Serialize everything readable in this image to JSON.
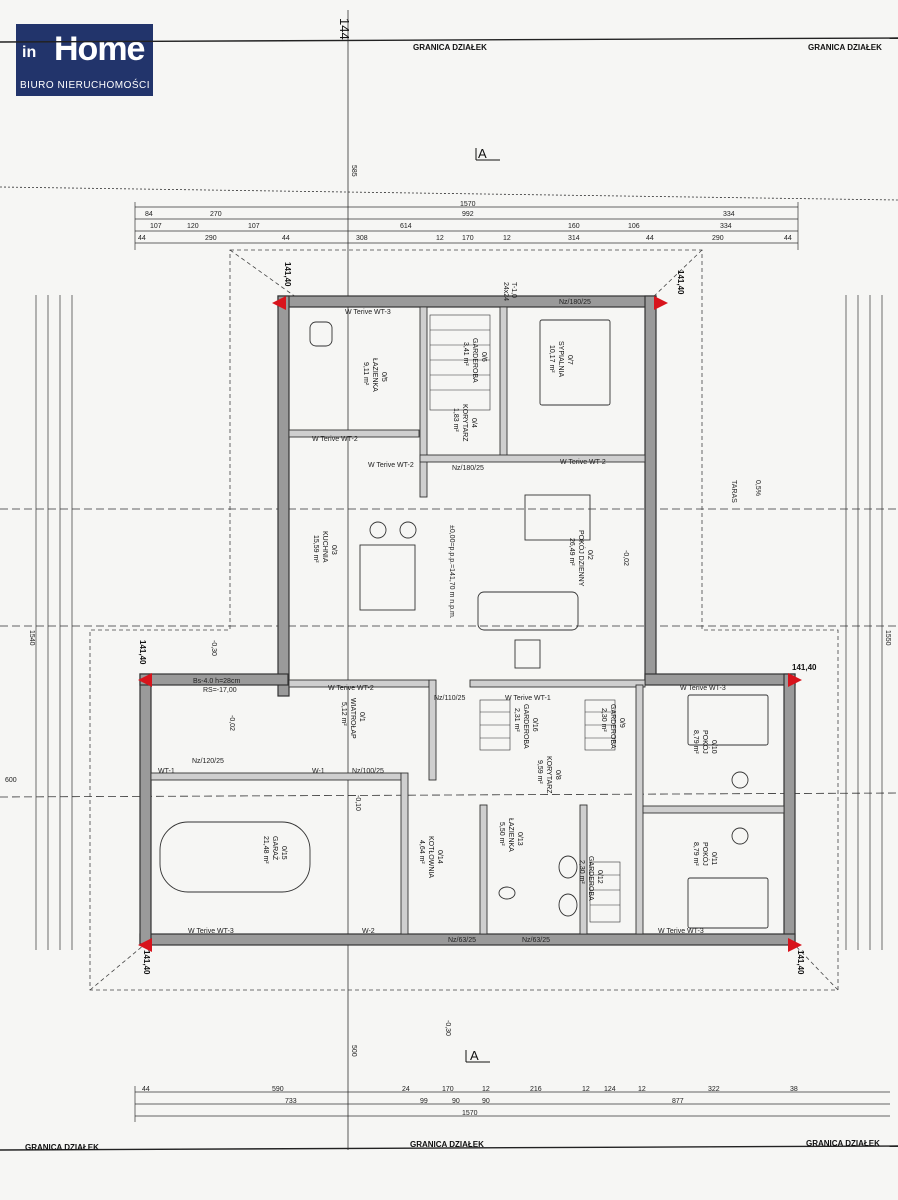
{
  "logo": {
    "brand": "Home",
    "prefix": "in",
    "subtitle": "BIURO NIERUCHOMOŚCI"
  },
  "boundary": {
    "top_left": "GRANICA DZIAŁEK",
    "top_right": "GRANICA DZIAŁEK",
    "bottom_left": "GRANICA DZIAŁEK",
    "bottom_center": "GRANICA DZIAŁEK",
    "bottom_right": "GRANICA DZIAŁEK"
  },
  "axis": {
    "top": "144",
    "section_top": "A",
    "section_bottom": "A"
  },
  "dims": {
    "top_row1": [
      "84",
      "270",
      "992",
      "334"
    ],
    "top_total": "1570",
    "top_row2": [
      "107",
      "120",
      "107",
      "614",
      "160",
      "106",
      "334"
    ],
    "top_row3": [
      "44",
      "290",
      "44",
      "308",
      "12",
      "170",
      "12",
      "314",
      "44",
      "290",
      "44"
    ],
    "bottom_row1": [
      "44",
      "590",
      "24",
      "170",
      "12",
      "216",
      "12",
      "124",
      "12",
      "322",
      "38"
    ],
    "bottom_row2": [
      "733",
      "99",
      "90",
      "90",
      "877"
    ],
    "bottom_total": "1570",
    "vertical_left": "1540",
    "vertical_right": "1550",
    "v_left_top": "585",
    "v_bottom": "500",
    "left_600": "600"
  },
  "levels": {
    "corner_tl": "141,40",
    "corner_tr": "141,40",
    "corner_ml": "141,40",
    "corner_mr": "141,40",
    "corner_bl": "141,40",
    "corner_br": "141,40",
    "garage_level": "-0,30",
    "entry_level": "-0,10",
    "main_level": "±0,00=p.p.p.=141,70 m n.p.m.",
    "terrace_level": "-0,02",
    "south_level": "-0,30",
    "small_level": "-0,02",
    "terrace_slope": "0,5%",
    "terrace_label": "TARAS"
  },
  "rooms": [
    {
      "id": "0/5",
      "name": "ŁAZIENKA",
      "area": "9,11 m²"
    },
    {
      "id": "0/6",
      "name": "GARDEROBA",
      "area": "3,41 m²"
    },
    {
      "id": "0/4",
      "name": "KORYTARZ",
      "area": "1,83 m²"
    },
    {
      "id": "0/7",
      "name": "SYPIALNIA",
      "area": "10,17 m²"
    },
    {
      "id": "0/3",
      "name": "KUCHNIA",
      "area": "15,59 m²"
    },
    {
      "id": "0/2",
      "name": "POKÓJ DZIENNY",
      "area": "26,49 m²"
    },
    {
      "id": "0/1",
      "name": "WIATROŁAP",
      "area": "5,12 m²"
    },
    {
      "id": "0/16",
      "name": "GARDEROBA",
      "area": "2,31 m²"
    },
    {
      "id": "0/9",
      "name": "GARDEROBA",
      "area": "2,30 m²"
    },
    {
      "id": "0/10",
      "name": "POKÓJ",
      "area": "8,79 m²"
    },
    {
      "id": "0/8",
      "name": "KORYTARZ",
      "area": "9,59 m²"
    },
    {
      "id": "0/15",
      "name": "GARAŻ",
      "area": "21,48 m²"
    },
    {
      "id": "0/14",
      "name": "KOTŁOWNIA",
      "area": "4,64 m²"
    },
    {
      "id": "0/13",
      "name": "ŁAZIENKA",
      "area": "5,50 m²"
    },
    {
      "id": "0/12",
      "name": "GARDEROBA",
      "area": "2,30 m²"
    },
    {
      "id": "0/11",
      "name": "POKÓJ",
      "area": "8,79 m²"
    }
  ],
  "walls": {
    "w_wt3_top": "W Terive WT-3",
    "w_wt2_a": "W Terive WT-2",
    "w_wt2_b": "W Terive WT-2",
    "w_wt2_c": "W Terive WT-2",
    "w_wt2_d": "W Terive WT-2",
    "w_wt1": "W Terive WT-1",
    "w_wt3_right": "W Terive WT-3",
    "w_wt3_bottom_l": "W Terive WT-3",
    "w_wt3_bottom_r": "W Terive WT-3",
    "w2": "W-2",
    "w1": "W-1",
    "wt1": "WT-1"
  },
  "windows": {
    "w1": "Nz/180/25",
    "w2": "Nz/180/25",
    "w3": "Nz/110/25",
    "w4": "Nz/100/25",
    "w5": "Nz/120/25",
    "w6": "Nz/63/25",
    "w7": "Nz/63/25"
  },
  "stairs": {
    "slab": "Bs-4.0 h=28cm",
    "rs": "RS=-17,00",
    "s1": "T-1,0",
    "s2": "24x24"
  },
  "colors": {
    "ink": "#222222",
    "wall": "#555555",
    "marker": "#d8141c",
    "logo_bg": "#22346b"
  }
}
